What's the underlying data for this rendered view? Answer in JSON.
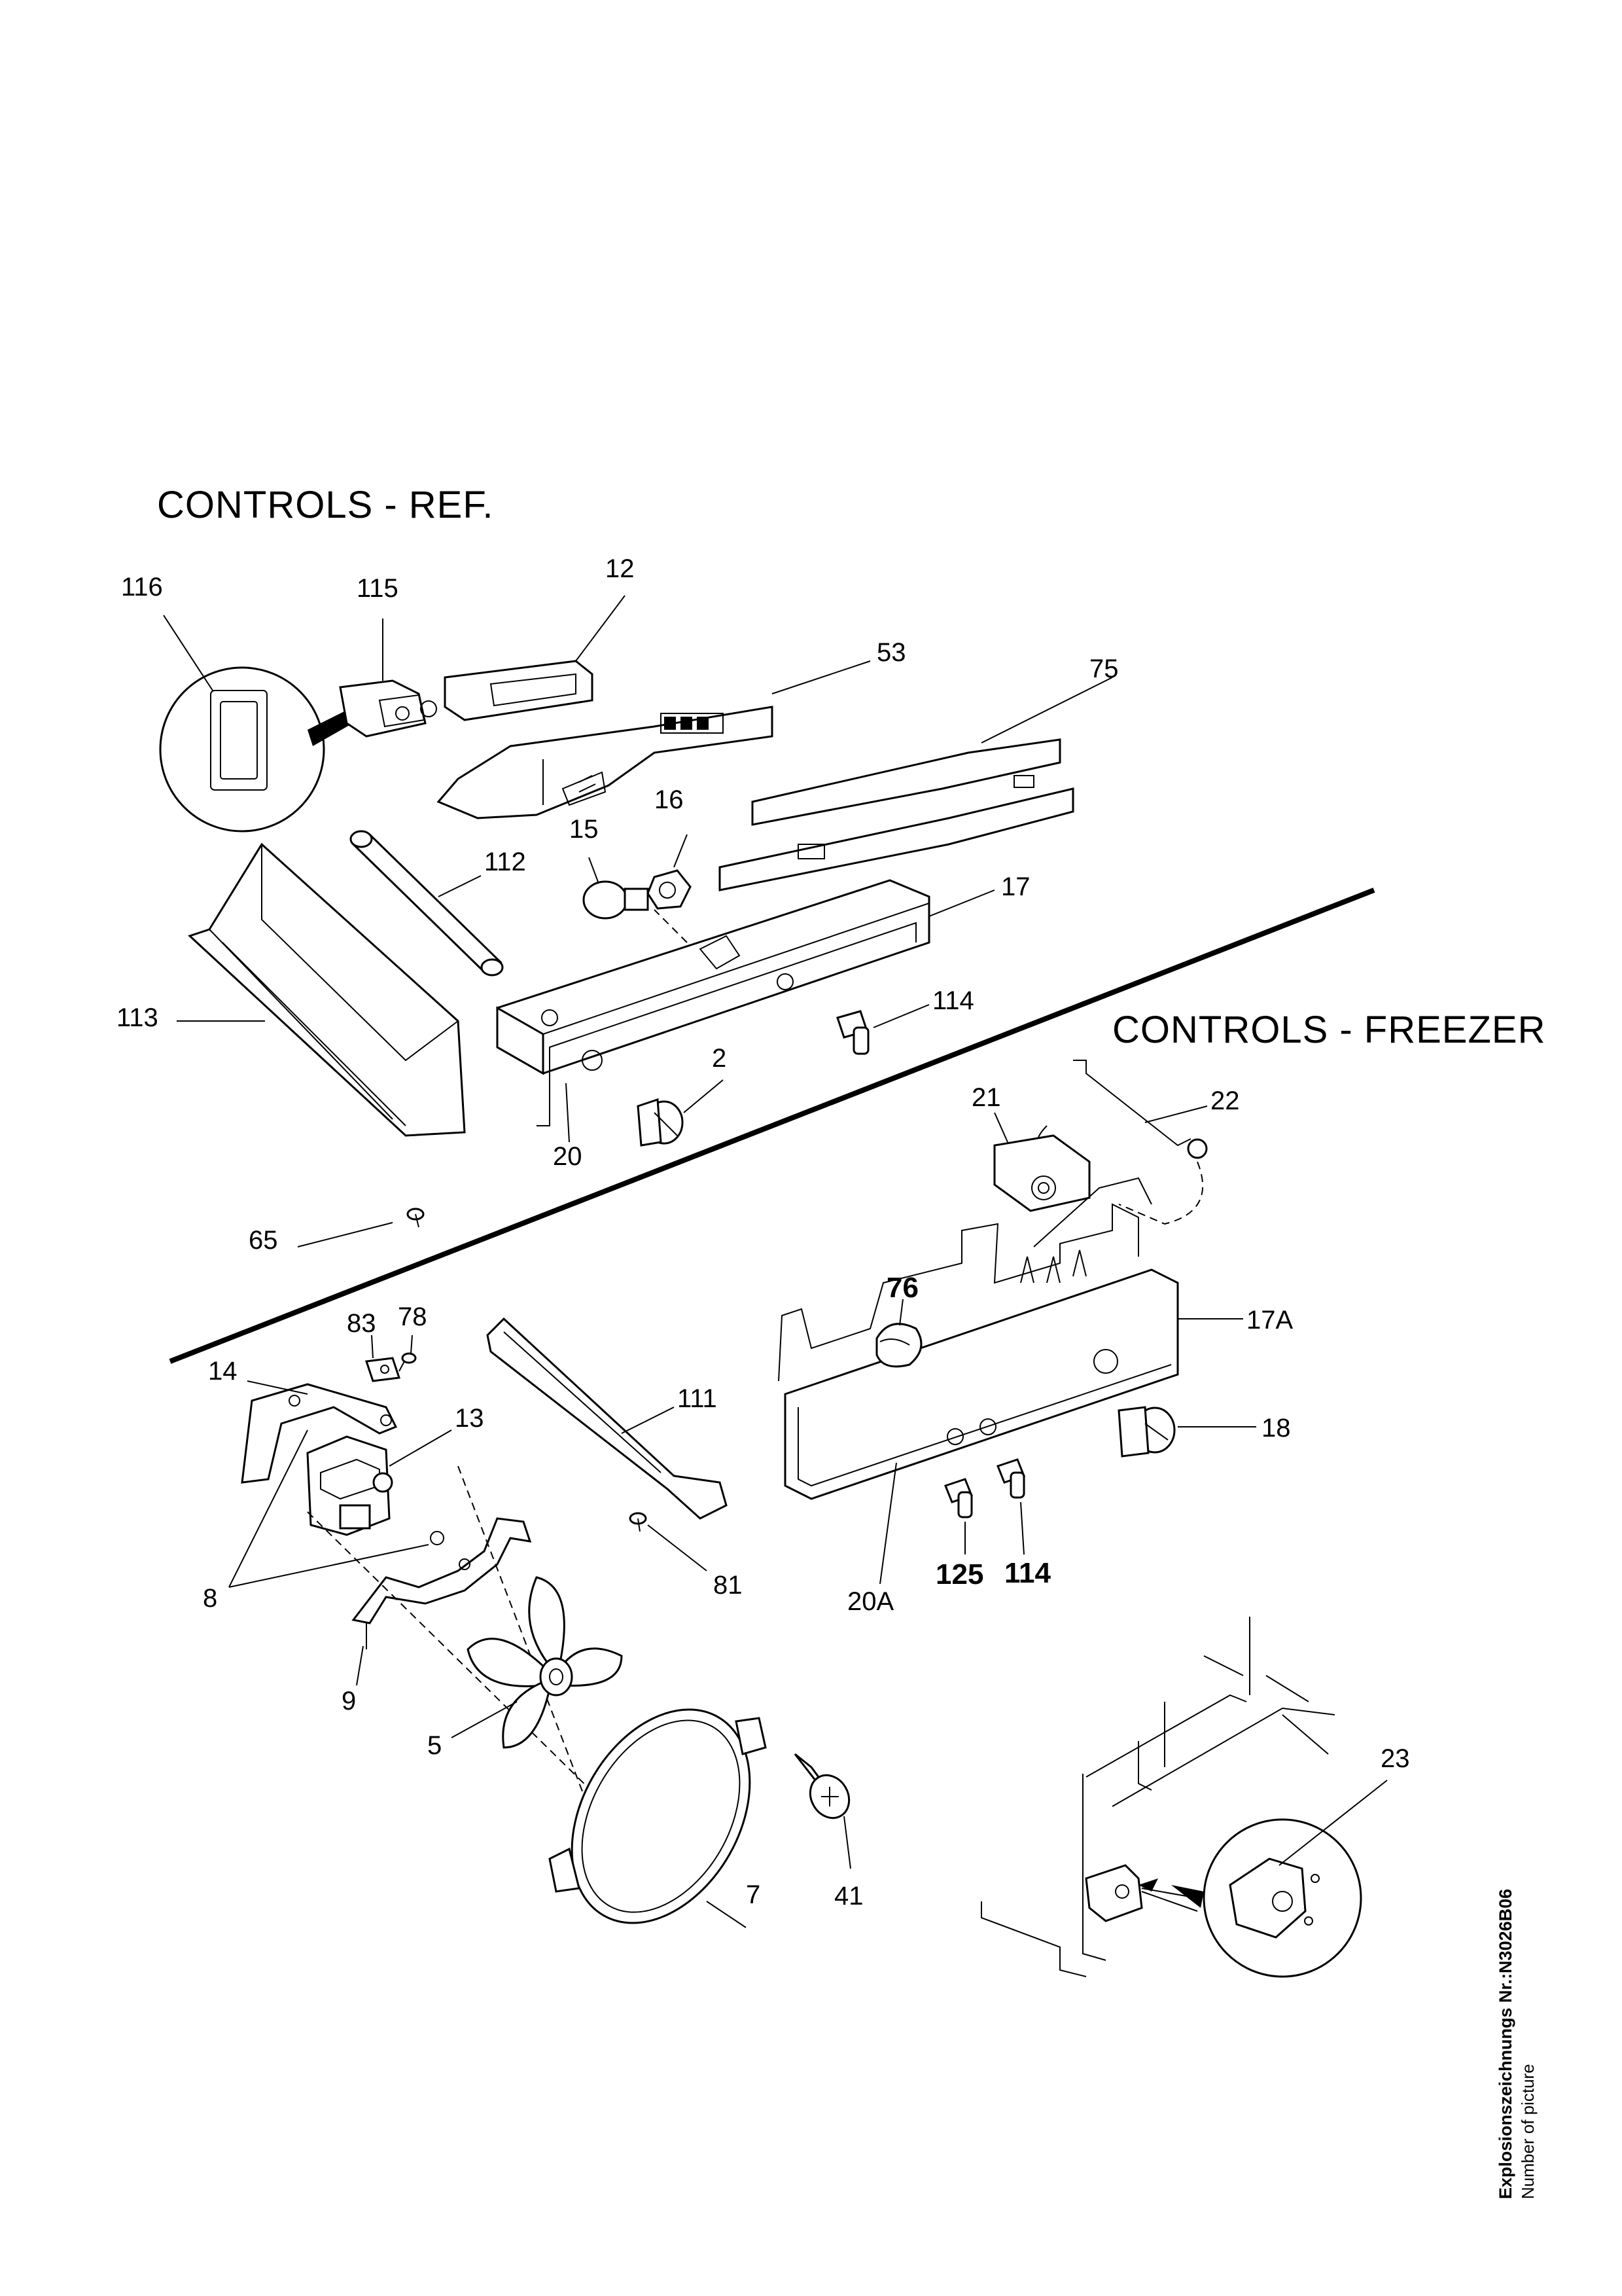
{
  "sections": {
    "refrigerator_title": "CONTROLS - REF.",
    "freezer_title": "CONTROLS - FREEZER"
  },
  "part_numbers": {
    "p116": "116",
    "p115": "115",
    "p12": "12",
    "p53": "53",
    "p75": "75",
    "p16": "16",
    "p15": "15",
    "p112": "112",
    "p17": "17",
    "p113": "113",
    "p114_ref": "114",
    "p2": "2",
    "p20": "20",
    "p65": "65",
    "p21": "21",
    "p22": "22",
    "p76": "76",
    "p17a": "17A",
    "p18": "18",
    "p20a": "20A",
    "p125": "125",
    "p114_frz": "114",
    "p83": "83",
    "p78": "78",
    "p14": "14",
    "p13": "13",
    "p111": "111",
    "p81": "81",
    "p8": "8",
    "p9": "9",
    "p5": "5",
    "p7": "7",
    "p41": "41",
    "p23": "23"
  },
  "footer": {
    "drawing_label": "Explosionszeichnungs Nr.:N3026B06",
    "drawing_sublabel": "Number of picture"
  }
}
